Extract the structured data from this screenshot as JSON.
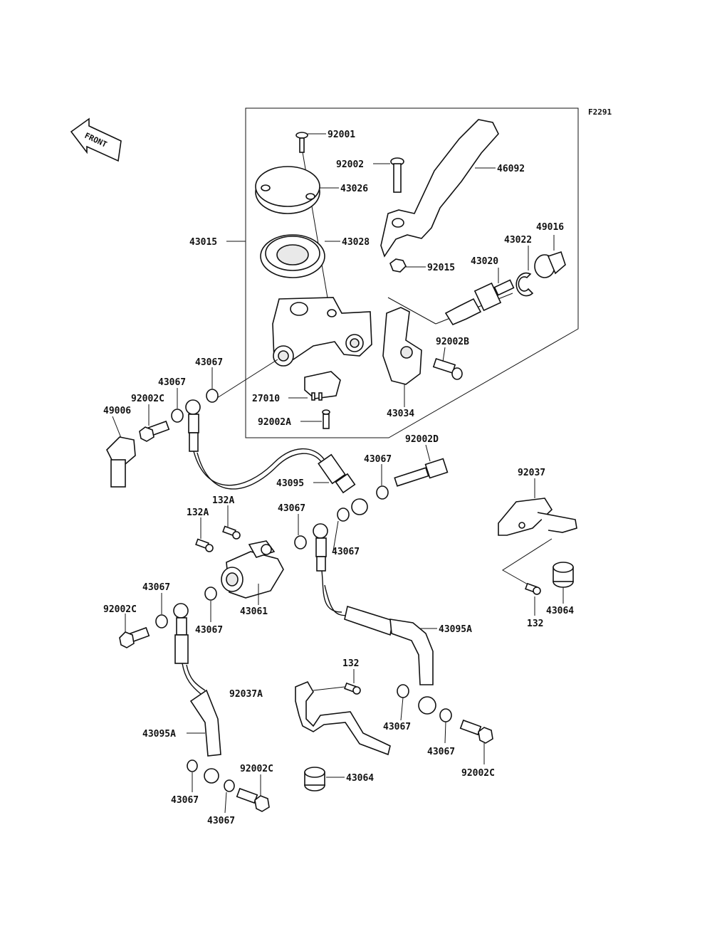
{
  "figure_code": "F2291",
  "front_label": "FRONT",
  "colors": {
    "ink": "#111111",
    "paper": "#ffffff",
    "shade": "#e9e9e9"
  },
  "labels": {
    "p92001": "92001",
    "p92002": "92002",
    "p46092": "46092",
    "p43026": "43026",
    "p43015": "43015",
    "p43028": "43028",
    "p43022": "43022",
    "p49016": "49016",
    "p43020": "43020",
    "p92015": "92015",
    "p92002b": "92002B",
    "p43067_a": "43067",
    "p43067_b": "43067",
    "p49006": "49006",
    "p92002c_a": "92002C",
    "p27010": "27010",
    "p43034": "43034",
    "p92002a": "92002A",
    "p92002d": "92002D",
    "p43067_c": "43067",
    "p43095": "43095",
    "p92037": "92037",
    "p132a_a": "132A",
    "p132a_b": "132A",
    "p43067_d": "43067",
    "p43067_e": "43067",
    "p43067_f": "43067",
    "p43061": "43061",
    "p92002c_b": "92002C",
    "p43067_g": "43067",
    "p43095a_a": "43095A",
    "p132_a": "132",
    "p43064_a": "43064",
    "p132_b": "132",
    "p92037a": "92037A",
    "p43067_h": "43067",
    "p43067_i": "43067",
    "p43095a_b": "43095A",
    "p92002c_c": "92002C",
    "p92002c_d": "92002C",
    "p43064_b": "43064",
    "p43067_j": "43067",
    "p43067_k": "43067"
  }
}
